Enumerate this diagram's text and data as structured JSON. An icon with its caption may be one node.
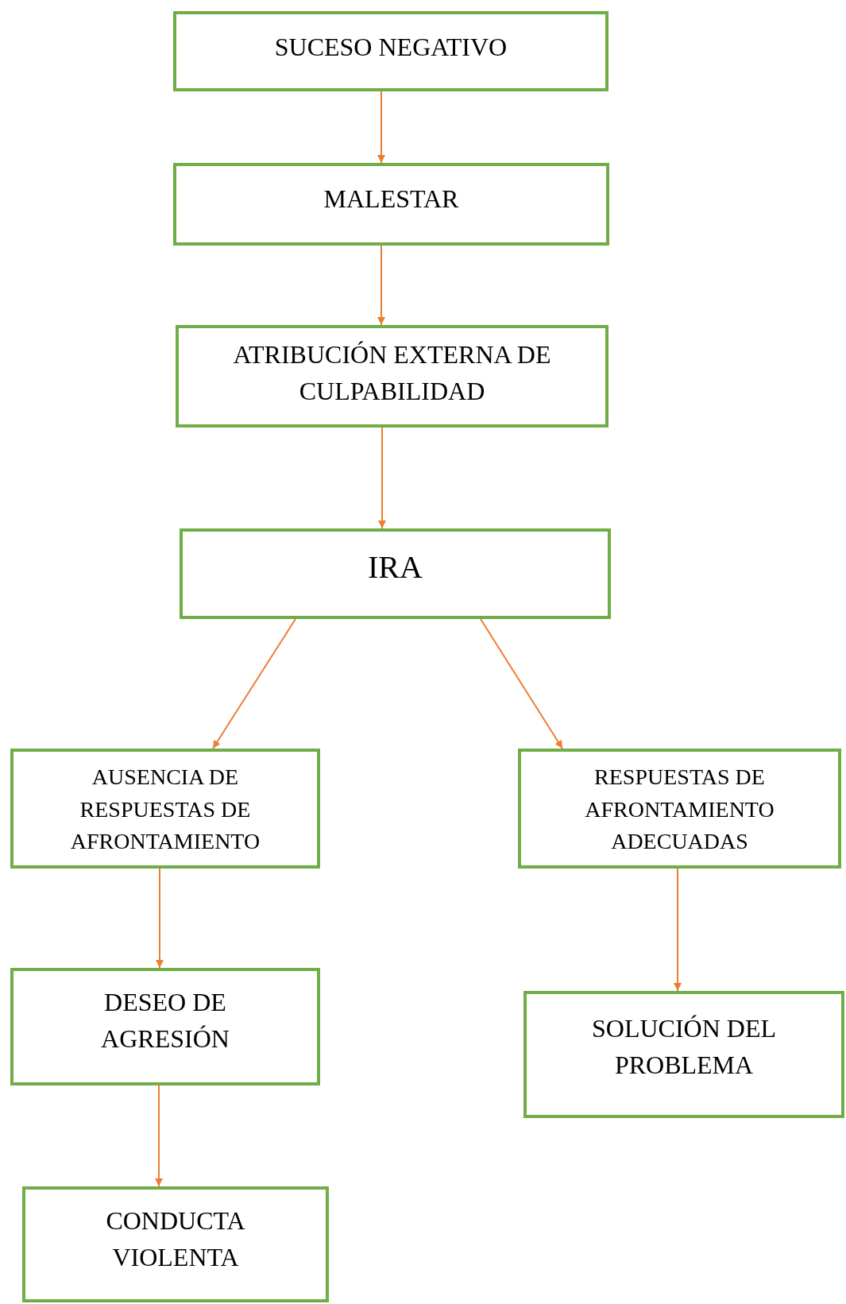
{
  "diagram": {
    "nodes": [
      {
        "text": [
          "SUCESO NEGATIVO"
        ]
      },
      {
        "text": [
          "MALESTAR"
        ]
      },
      {
        "text": [
          "ATRIBUCIÓN EXTERNA DE CULPABILIDAD"
        ]
      },
      {
        "text": [
          "IRA"
        ]
      },
      {
        "text": [
          "AUSENCIA DE RESPUESTAS DE AFRONTAMIENTO"
        ]
      },
      {
        "text": [
          "RESPUESTAS DE AFRONTAMIENTO ADECUADAS"
        ]
      },
      {
        "text": [
          "DESEO DE AGRESIÓN"
        ]
      },
      {
        "text": [
          "SOLUCIÓN DEL PROBLEMA"
        ]
      },
      {
        "text": [
          "CONDUCTA VIOLENTA"
        ]
      }
    ],
    "edges": [
      {
        "from": 0,
        "to": 1,
        "arrow": "to"
      },
      {
        "from": 1,
        "to": 2,
        "arrow": "to"
      },
      {
        "from": 2,
        "to": 3,
        "arrow": "to"
      },
      {
        "from": 3,
        "to": 4,
        "arrow": "to"
      },
      {
        "from": 3,
        "to": 5,
        "arrow": "to"
      },
      {
        "from": 4,
        "to": 6,
        "arrow": "to"
      },
      {
        "from": 5,
        "to": 7,
        "arrow": "to"
      },
      {
        "from": 6,
        "to": 8,
        "arrow": "to"
      }
    ]
  }
}
